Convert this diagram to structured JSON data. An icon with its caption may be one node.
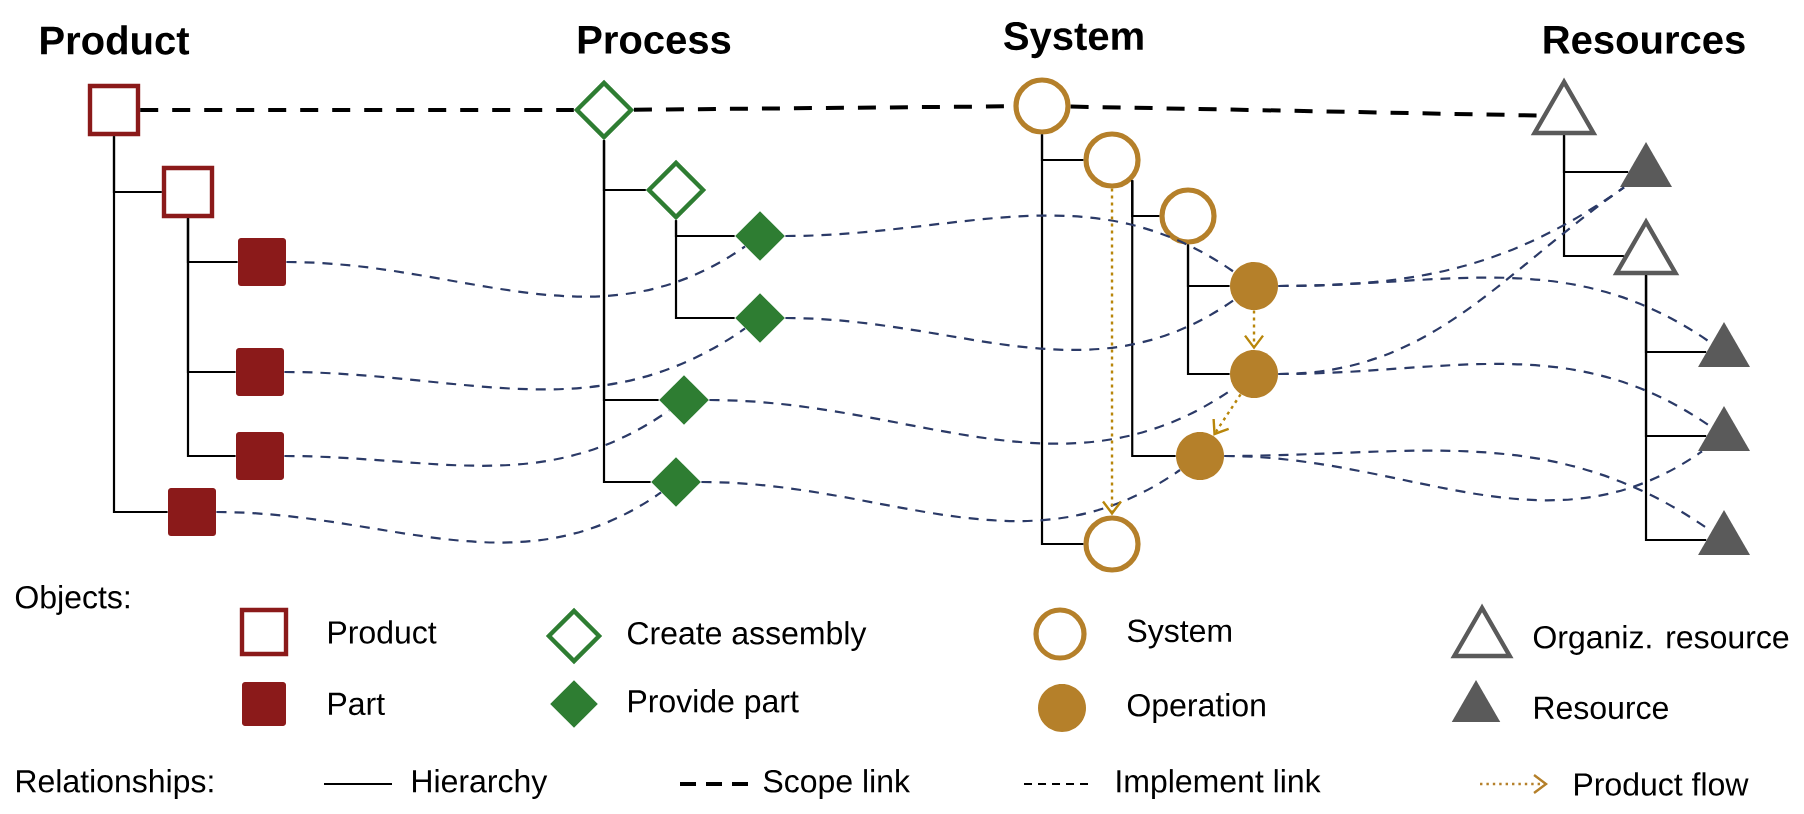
{
  "diagram": {
    "nodes": [
      {
        "text": [],
        "shape": "box"
      },
      {
        "text": [],
        "shape": "box"
      },
      {
        "text": [],
        "shape": "box"
      },
      {
        "text": [],
        "shape": "box"
      },
      {
        "text": [],
        "shape": "box"
      },
      {
        "text": [],
        "shape": "box"
      },
      {
        "text": [],
        "shape": "diamond"
      },
      {
        "text": [],
        "shape": "diamond"
      },
      {
        "text": [],
        "shape": "diamond"
      },
      {
        "text": [],
        "shape": "diamond"
      },
      {
        "text": [],
        "shape": "diamond"
      },
      {
        "text": [],
        "shape": "diamond"
      },
      {
        "text": [],
        "shape": "circle"
      },
      {
        "text": [],
        "shape": "circle"
      },
      {
        "text": [],
        "shape": "circle"
      },
      {
        "text": [],
        "shape": "circle"
      },
      {
        "text": [],
        "shape": "circle"
      },
      {
        "text": [],
        "shape": "circle"
      },
      {
        "text": [],
        "shape": "circle"
      },
      {
        "text": [],
        "shape": "triangle"
      },
      {
        "text": [],
        "shape": "triangle"
      },
      {
        "text": [],
        "shape": "triangle"
      },
      {
        "text": [],
        "shape": "triangle"
      },
      {
        "text": [],
        "shape": "triangle"
      },
      {
        "text": [],
        "shape": "triangle"
      }
    ],
    "edges": [
      {
        "from": 0,
        "to": 1,
        "arrow": "none"
      },
      {
        "from": 0,
        "to": 5,
        "arrow": "none"
      },
      {
        "from": 1,
        "to": 2,
        "arrow": "none"
      },
      {
        "from": 1,
        "to": 3,
        "arrow": "none"
      },
      {
        "from": 1,
        "to": 4,
        "arrow": "none"
      },
      {
        "from": 6,
        "to": 7,
        "arrow": "none"
      },
      {
        "from": 6,
        "to": 10,
        "arrow": "none"
      },
      {
        "from": 6,
        "to": 11,
        "arrow": "none"
      },
      {
        "from": 7,
        "to": 8,
        "arrow": "none"
      },
      {
        "from": 7,
        "to": 9,
        "arrow": "none"
      },
      {
        "from": 12,
        "to": 13,
        "arrow": "none"
      },
      {
        "from": 12,
        "to": 18,
        "arrow": "none"
      },
      {
        "from": 13,
        "to": 14,
        "arrow": "none"
      },
      {
        "from": 13,
        "to": 17,
        "arrow": "none"
      },
      {
        "from": 14,
        "to": 15,
        "arrow": "none"
      },
      {
        "from": 14,
        "to": 16,
        "arrow": "none"
      },
      {
        "from": 19,
        "to": 20,
        "arrow": "none"
      },
      {
        "from": 19,
        "to": 21,
        "arrow": "none"
      },
      {
        "from": 21,
        "to": 22,
        "arrow": "none"
      },
      {
        "from": 21,
        "to": 23,
        "arrow": "none"
      },
      {
        "from": 21,
        "to": 24,
        "arrow": "none"
      },
      {
        "from": 0,
        "to": 6,
        "arrow": "none",
        "style": "dashed"
      },
      {
        "from": 6,
        "to": 12,
        "arrow": "none",
        "style": "dashed"
      },
      {
        "from": 12,
        "to": 19,
        "arrow": "none",
        "style": "dashed"
      },
      {
        "from": 2,
        "to": 8,
        "arrow": "none",
        "style": "dashed",
        "color": "#2b3a67"
      },
      {
        "from": 3,
        "to": 9,
        "arrow": "none",
        "style": "dashed",
        "color": "#2b3a67"
      },
      {
        "from": 4,
        "to": 10,
        "arrow": "none",
        "style": "dashed",
        "color": "#2b3a67"
      },
      {
        "from": 5,
        "to": 11,
        "arrow": "none",
        "style": "dashed",
        "color": "#2b3a67"
      },
      {
        "from": 8,
        "to": 15,
        "arrow": "none",
        "style": "dashed",
        "color": "#2b3a67"
      },
      {
        "from": 9,
        "to": 15,
        "arrow": "none",
        "style": "dashed",
        "color": "#2b3a67"
      },
      {
        "from": 10,
        "to": 16,
        "arrow": "none",
        "style": "dashed",
        "color": "#2b3a67"
      },
      {
        "from": 11,
        "to": 17,
        "arrow": "none",
        "style": "dashed",
        "color": "#2b3a67"
      },
      {
        "from": 15,
        "to": 20,
        "arrow": "none",
        "style": "dashed",
        "color": "#2b3a67"
      },
      {
        "from": 15,
        "to": 22,
        "arrow": "none",
        "style": "dashed",
        "color": "#2b3a67"
      },
      {
        "from": 16,
        "to": 20,
        "arrow": "none",
        "style": "dashed",
        "color": "#2b3a67"
      },
      {
        "from": 16,
        "to": 23,
        "arrow": "none",
        "style": "dashed",
        "color": "#2b3a67"
      },
      {
        "from": 17,
        "to": 23,
        "arrow": "none",
        "style": "dashed",
        "color": "#2b3a67"
      },
      {
        "from": 17,
        "to": 24,
        "arrow": "none",
        "style": "dashed",
        "color": "#2b3a67"
      },
      {
        "from": 13,
        "to": 18,
        "arrow": "to",
        "style": "dashed",
        "color": "#b8860b"
      },
      {
        "from": 15,
        "to": 16,
        "arrow": "to",
        "style": "dashed",
        "color": "#b8860b"
      },
      {
        "from": 16,
        "to": 17,
        "arrow": "to",
        "style": "dashed",
        "color": "#b8860b"
      }
    ],
    "labels": [
      "Product",
      "Process",
      "System",
      "Resources",
      "Objects:",
      "Relationships:"
    ],
    "legend": [
      {
        "text": "Product"
      },
      {
        "text": "Part"
      },
      {
        "text": "Create assembly"
      },
      {
        "text": "Provide part"
      },
      {
        "text": "System"
      },
      {
        "text": "Operation"
      },
      {
        "text": "Organiz. resource"
      },
      {
        "text": "Resource"
      },
      {
        "text": "Hierarchy"
      },
      {
        "text": "Scope link"
      },
      {
        "text": "Implement link"
      },
      {
        "text": "Product flow"
      }
    ]
  }
}
